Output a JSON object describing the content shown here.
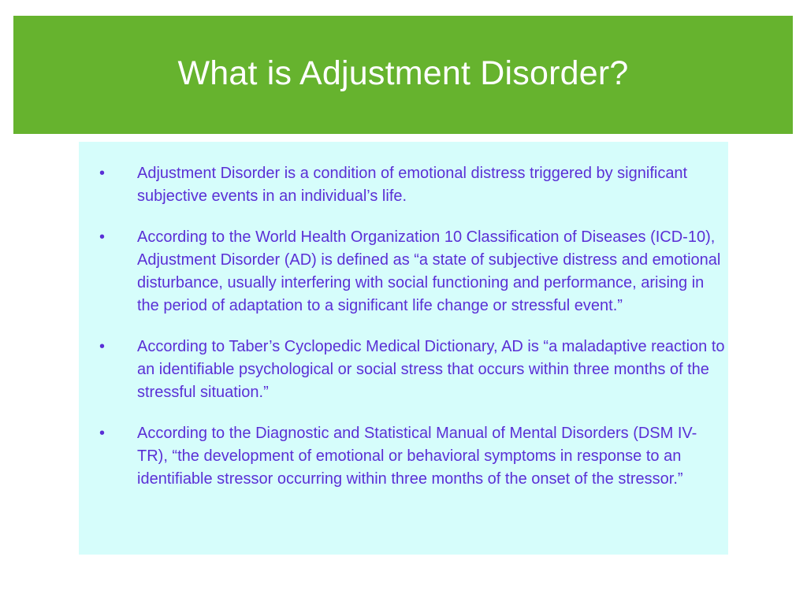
{
  "slide": {
    "title": "What is Adjustment Disorder?",
    "bullet_symbol": "•",
    "bullets": [
      "Adjustment Disorder is a condition of emotional distress triggered by significant subjective events in an individual’s life.",
      "According to the World Health Organization 10 Classification of Diseases (ICD-10), Adjustment Disorder (AD) is defined as “a state of subjective distress and emotional disturbance, usually interfering with social functioning and performance, arising in the period of adaptation to a significant life change or stressful event.”",
      "According to Taber’s Cyclopedic Medical Dictionary, AD is “a maladaptive reaction to an identifiable psychological or social stress that occurs within three months of the stressful situation.”",
      "According to the Diagnostic and Statistical Manual of Mental Disorders (DSM IV-TR), “the development of emotional or behavioral symptoms in response to an identifiable stressor occurring within three months of the onset of the stressor.”"
    ]
  },
  "colors": {
    "title_banner": "#66b32e",
    "title_text": "#ffffff",
    "content_background": "#d6fdfb",
    "body_text": "#5a2fd6"
  }
}
